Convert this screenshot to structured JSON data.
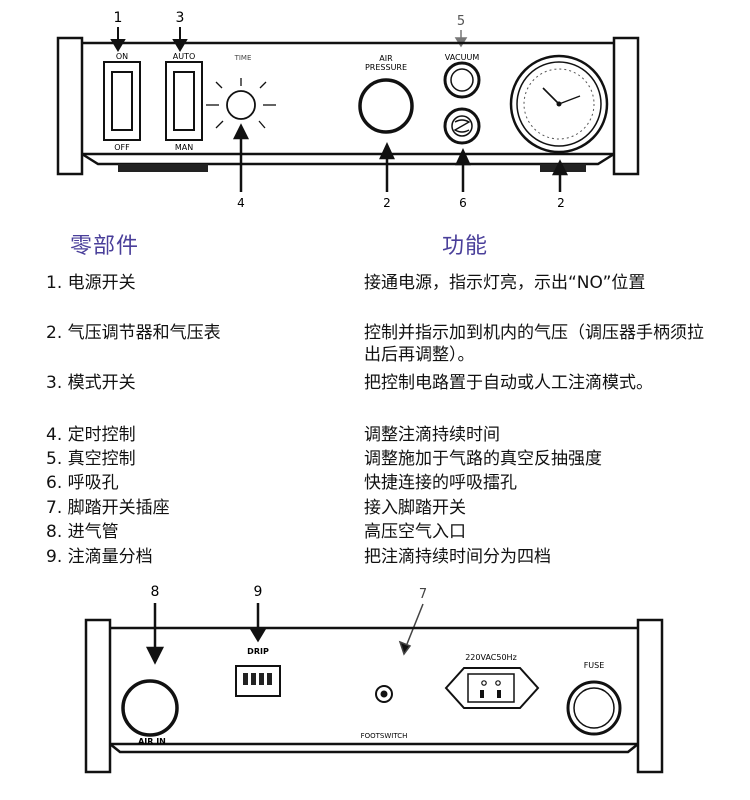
{
  "front_panel": {
    "callouts": [
      "1",
      "3",
      "5",
      "4",
      "2",
      "6",
      "2"
    ],
    "labels": {
      "power_on": "ON",
      "power_off": "OFF",
      "mode_auto": "AUTO",
      "mode_man": "MAN",
      "time": "TIME",
      "air_pressure_line1": "AIR",
      "air_pressure_line2": "PRESSURE",
      "vacuum": "VACUUM"
    }
  },
  "headings": {
    "parts": "零部件",
    "function": "功能"
  },
  "rows": [
    {
      "part": "1. 电源开关",
      "function": "接通电源，指示灯亮，示出“NO”位置"
    },
    {
      "part": "2. 气压调节器和气压表",
      "function": "控制并指示加到机内的气压（调压器手柄须拉出后再调整）。"
    },
    {
      "part": "3. 模式开关",
      "function": "把控制电路置于自动或人工注滴模式。"
    },
    {
      "part": "4. 定时控制",
      "function": "调整注滴持续时间"
    },
    {
      "part": "5. 真空控制",
      "function": "调整施加于气路的真空反抽强度"
    },
    {
      "part": "6. 呼吸孔",
      "function": "快捷连接的呼吸擂孔"
    },
    {
      "part": "7. 脚踏开关插座",
      "function": "接入脚踏开关"
    },
    {
      "part": "8. 进气管",
      "function": "高压空气入口"
    },
    {
      "part": "9. 注滴量分档",
      "function": "把注滴持续时间分为四档"
    }
  ],
  "rear_panel": {
    "callouts": [
      "8",
      "9",
      "7"
    ],
    "labels": {
      "drip": "DRIP",
      "voltage": "220VAC50Hz",
      "fuse": "FUSE",
      "air_in": "AIR IN",
      "footswitch": "FOOTSWITCH"
    }
  }
}
